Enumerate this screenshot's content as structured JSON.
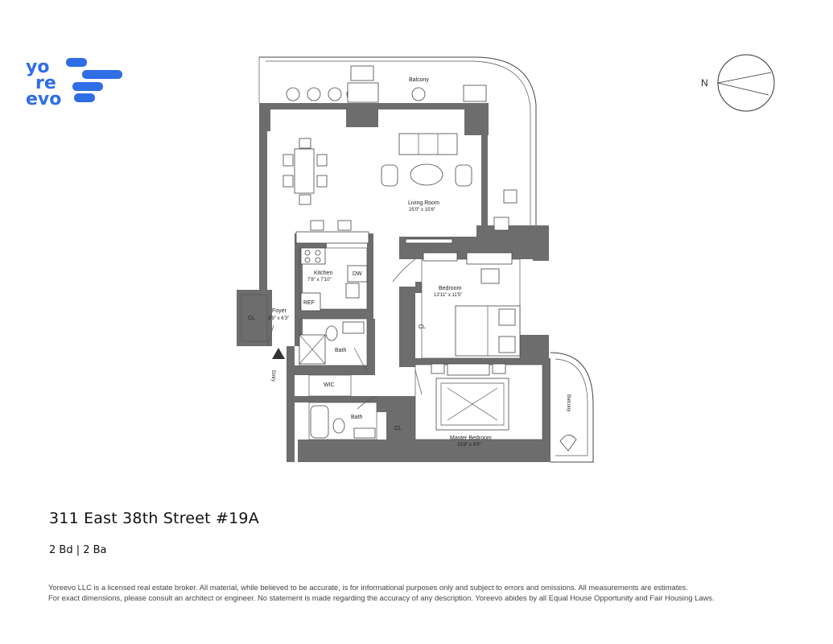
{
  "brand": {
    "logo_line1": "yo",
    "logo_line2": "re",
    "logo_line3": "evo",
    "color": "#2f6ee5"
  },
  "compass": {
    "label": "N"
  },
  "rooms": {
    "balcony_top": "Balcony",
    "living_name": "Living Room",
    "living_size": "25'0\" x 15'6\"",
    "kitchen_name": "Kitchen",
    "kitchen_size": "7'8\" x 7'10\"",
    "dw": "DW",
    "ref": "REF",
    "foyer_name": "Foyer",
    "foyer_size": "3'9\" x 6'3\"",
    "cl_foyer": "CL",
    "bath1": "Bath",
    "entry": "Entry",
    "bedroom_name": "Bedroom",
    "bedroom_size": "13'11\" x 11'5\"",
    "cl_bedroom": "CL",
    "wic": "WIC",
    "bath2": "Bath",
    "cl_master": "CL",
    "master_name": "Master Bedroom",
    "master_size": "15'8\" x 8'9\"",
    "balcony_side": "Balcony"
  },
  "listing": {
    "address": "311 East 38th Street #19A",
    "beds_baths": "2 Bd | 2 Ba"
  },
  "disclaimer": {
    "line1": "Yoreevo LLC is a licensed real estate broker. All material, while believed to be accurate, is for informational purposes only and subject to errors and omissions. All measurements are estimates.",
    "line2": "For exact dimensions, please consult an architect or engineer. No statement is made regarding the accuracy of any description. Yoreevo abides by all Equal House Opportunity and Fair Housing Laws."
  }
}
